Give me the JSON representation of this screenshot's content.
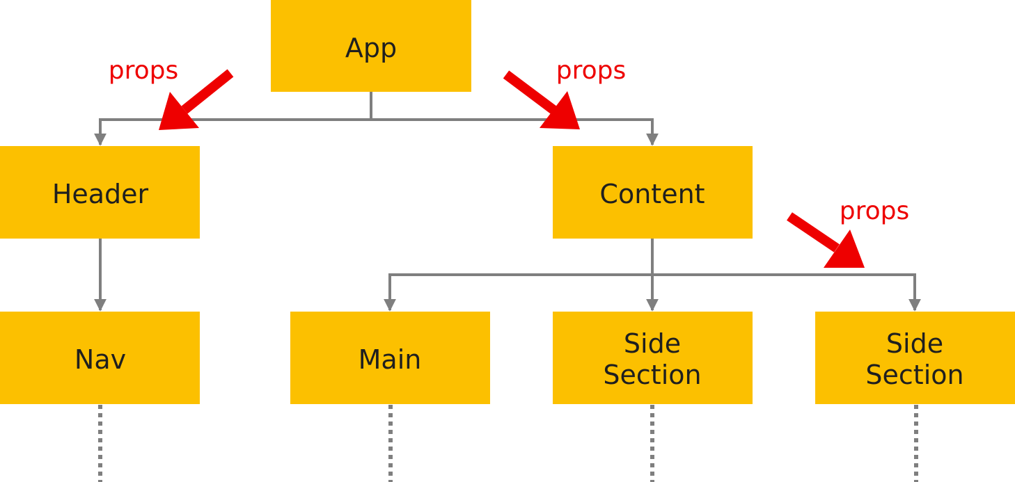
{
  "colors": {
    "node_fill": "#fcc000",
    "connector": "#7f7f7f",
    "annotation": "#ee0000",
    "node_text": "#1f1f1f"
  },
  "nodes": {
    "app": {
      "lines": [
        "App"
      ]
    },
    "header": {
      "lines": [
        "Header"
      ]
    },
    "content": {
      "lines": [
        "Content"
      ]
    },
    "nav": {
      "lines": [
        "Nav"
      ]
    },
    "main": {
      "lines": [
        "Main"
      ]
    },
    "side_section_1": {
      "lines": [
        "Side",
        "Section"
      ]
    },
    "side_section_2": {
      "lines": [
        "Side",
        "Section"
      ]
    }
  },
  "edges": [
    {
      "from": "app",
      "to": "header"
    },
    {
      "from": "app",
      "to": "content"
    },
    {
      "from": "header",
      "to": "nav"
    },
    {
      "from": "content",
      "to": "main"
    },
    {
      "from": "content",
      "to": "side_section_1"
    },
    {
      "from": "content",
      "to": "side_section_2"
    }
  ],
  "annotations": {
    "props_1": {
      "text": "props"
    },
    "props_2": {
      "text": "props"
    },
    "props_3": {
      "text": "props"
    }
  }
}
